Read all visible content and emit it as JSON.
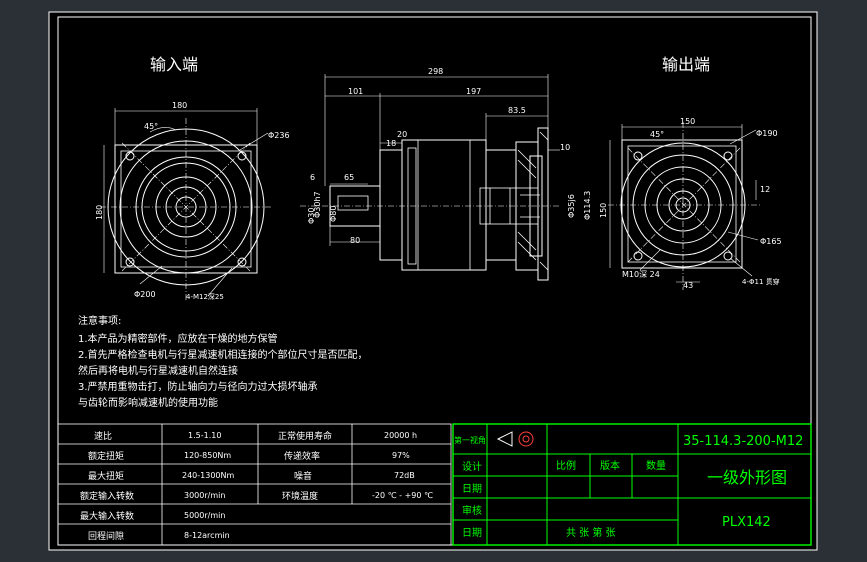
{
  "views": {
    "input_title": "输入端",
    "output_title": "输出端"
  },
  "dims": {
    "input": {
      "width_top": "180",
      "side_height": "180",
      "angle": "45°",
      "dia_pcd": "Φ236",
      "dia_bottom": "Φ200",
      "holes": "4-M12深25"
    },
    "side": {
      "overall": "298",
      "left_len": "101",
      "right_len": "197",
      "flange_offset": "83.5",
      "d20": "20",
      "d18": "18",
      "d10": "10",
      "key_width": "6",
      "key_len": "65",
      "shaft_len": "80",
      "dia_shaft": "Φ30",
      "dia_shaft2": "Φ30h7",
      "dia_pilot": "Φ80",
      "dia_out": "Φ114.3",
      "dia_out2": "Φ35j6"
    },
    "output": {
      "width_top": "150",
      "side_height": "150",
      "angle": "45°",
      "dia_pcd": "Φ190",
      "dia_hole": "Φ165",
      "small_12": "12",
      "dim_43": "43",
      "thread_note": "M10深 24",
      "holes_note": "4-Φ11 贯穿"
    }
  },
  "notes": {
    "heading": "注意事项:",
    "lines": [
      "1.本产品为精密部件，应放在干燥的地方保管",
      "2.首先严格检查电机与行星减速机相连接的个部位尺寸是否匹配，",
      "然后再将电机与行星减速机自然连接",
      "3.严禁用重物击打，防止轴向力与径向力过大损坏轴承",
      "与齿轮而影响减速机的使用功能"
    ]
  },
  "spec_table": {
    "rows": [
      {
        "label1": "速比",
        "value1": "1.5-1.10",
        "label2": "正常使用寿命",
        "value2": "20000 h"
      },
      {
        "label1": "额定扭矩",
        "value1": "120-850Nm",
        "label2": "传递效率",
        "value2": "97%"
      },
      {
        "label1": "最大扭矩",
        "value1": "240-1300Nm",
        "label2": "噪音",
        "value2": "72dB"
      },
      {
        "label1": "额定输入转数",
        "value1": "3000r/min",
        "label2": "环境温度",
        "value2": "-20 ℃ - +90 ℃"
      },
      {
        "label1": "最大输入转数",
        "value1": "5000r/min",
        "label2": "",
        "value2": ""
      },
      {
        "label1": "回程间隙",
        "value1": "8-12arcmin",
        "label2": "",
        "value2": ""
      }
    ]
  },
  "title_block": {
    "first_angle": "第一视角",
    "design": "设计",
    "date1": "日期",
    "review": "审核",
    "date2": "日期",
    "scale": "比例",
    "version": "版本",
    "quantity": "数量",
    "sheet_info": "共   张   第   张",
    "drawing_number": "35-114.3-200-M12",
    "drawing_title": "一级外形图",
    "model": "PLX142"
  },
  "colors": {
    "background": "#2b2f36",
    "frame": "#000000",
    "line": "#ffffff",
    "accent_green": "#00ff00",
    "accent_yellow": "#ffff00"
  }
}
